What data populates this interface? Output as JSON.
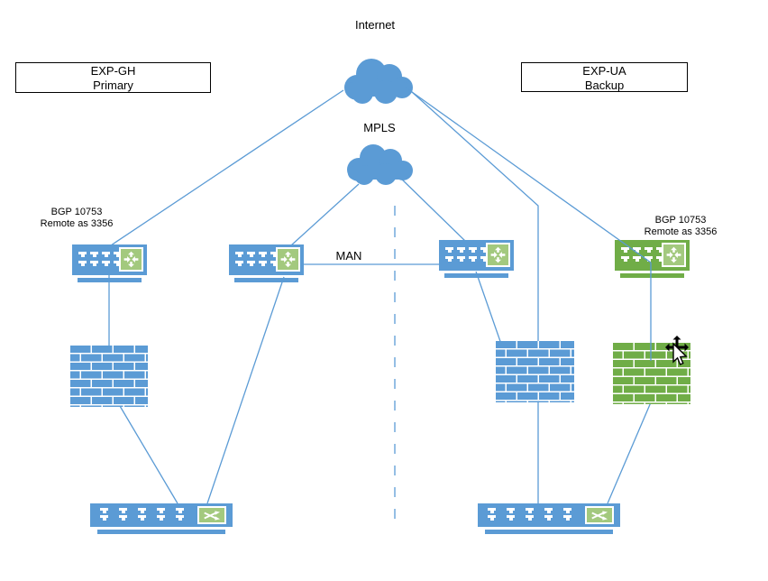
{
  "labels": {
    "internet": "Internet",
    "mpls": "MPLS",
    "man": "MAN"
  },
  "site_boxes": {
    "left": {
      "line1": "EXP-GH",
      "line2": "Primary"
    },
    "right": {
      "line1": "EXP-UA",
      "line2": "Backup"
    }
  },
  "bgp": {
    "left": {
      "line1": "BGP 10753",
      "line2": "Remote as 3356"
    },
    "right": {
      "line1": "BGP 10753",
      "line2": "Remote as 3356"
    }
  },
  "colors": {
    "device_blue": "#5B9BD5",
    "device_green": "#70AD47",
    "icon_green": "#A3C97E",
    "connector_blue": "#5B9BD5"
  },
  "devices": {
    "clouds": [
      "internet-cloud",
      "mpls-cloud"
    ],
    "routers": [
      "wan-router-primary-blue",
      "man-router-left-blue",
      "man-router-right-blue",
      "wan-router-backup-green"
    ],
    "firewalls": [
      "firewall-left-blue",
      "firewall-right-blue",
      "firewall-backup-green"
    ],
    "switches": [
      "core-switch-left-blue",
      "core-switch-right-blue"
    ]
  }
}
